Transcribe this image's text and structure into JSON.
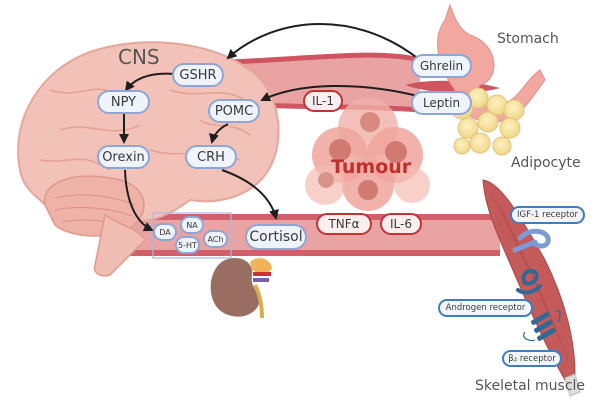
{
  "title": "Cancer cachexia signalling network",
  "organs": {
    "cns": "CNS",
    "stomach": "Stomach",
    "adipocyte": "Adipocyte",
    "tumour": "Tumour",
    "skeletal_muscle": "Skeletal muscle"
  },
  "cns_nodes": {
    "gshr": "GSHR",
    "npy": "NPY",
    "pomc": "POMC",
    "orexin": "Orexin",
    "crh": "CRH"
  },
  "hormones": {
    "ghrelin": "Ghrelin",
    "leptin": "Leptin",
    "cortisol": "Cortisol"
  },
  "neurotransmitters": {
    "da": "DA",
    "na": "NA",
    "serotonin": "5-HT",
    "ach": "ACh"
  },
  "cytokines": {
    "il1": "IL-1",
    "tnfa": "TNFα",
    "il6": "IL-6"
  },
  "receptors": {
    "igf1": "IGF-1 receptor",
    "androgen": "Androgen receptor",
    "beta2": "β₂ receptor"
  },
  "colors": {
    "node_border": "#8ea6d6",
    "node_fill": "#eef3fc",
    "cytokine_border": "#c03434",
    "tumour_text": "#c0302c",
    "vessel": "#e9a3a3",
    "vessel_edge": "#d2606a",
    "brain": "#f2c1b7",
    "muscle": "#c45a5a",
    "receptor_border": "#3f7cc0"
  }
}
